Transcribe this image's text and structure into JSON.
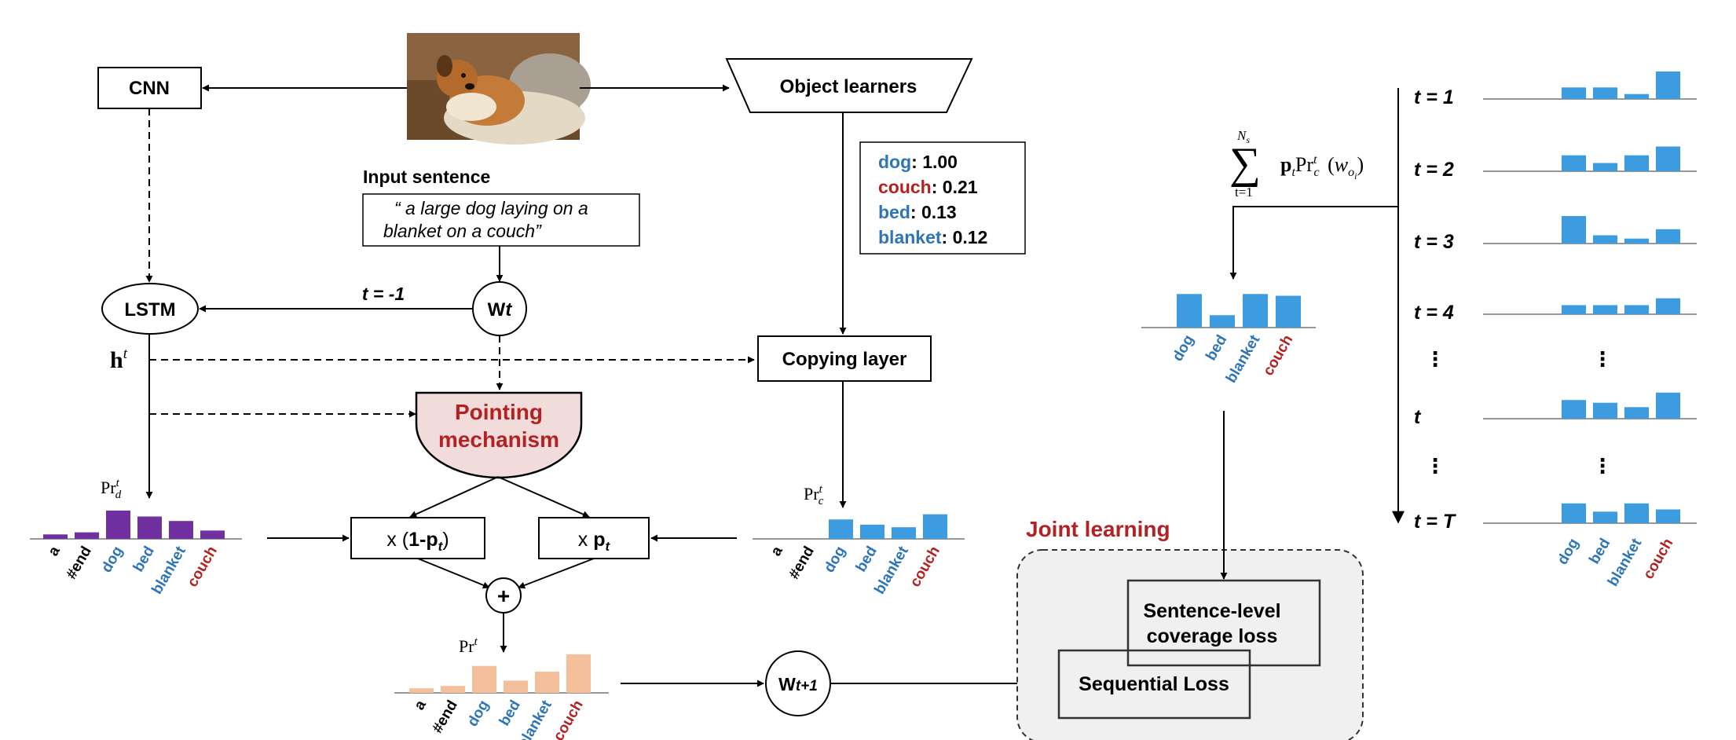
{
  "colors": {
    "purple": "#7030a0",
    "blue": "#3d9be0",
    "peach": "#f4c09c",
    "red": "#b22222",
    "wordBlue": "#2e75b6",
    "pointerFill": "#f2dcdb",
    "jointFill": "#f0f0f0"
  },
  "nodes": {
    "cnn": "CNN",
    "object_learners": "Object learners",
    "input_sentence_title": "Input sentence",
    "input_sentence_line1": "“ a large dog laying on a",
    "input_sentence_line2": "blanket on a couch”",
    "lstm": "LSTM",
    "wt_main": "W",
    "wt_sub": "t",
    "t_minus_one": "t = -1",
    "ht": "h",
    "ht_sup": "t",
    "copying_layer": "Copying layer",
    "pointing_line1": "Pointing",
    "pointing_line2": "mechanism",
    "mult_left_prefix": "x (",
    "mult_left_mid": "1-p",
    "mult_left_sub": "t",
    "mult_left_suffix": ")",
    "mult_right_prefix": "x ",
    "mult_right_mid": "p",
    "mult_right_sub": "t",
    "plus": "+",
    "wt1_main": "W",
    "wt1_sub": "t+1",
    "joint_learning": "Joint learning",
    "sentence_loss_line1": "Sentence-level",
    "sentence_loss_line2": "coverage loss",
    "sequential_loss": "Sequential  Loss",
    "pr_d": "Pr",
    "pr_d_sub": "d",
    "pr_d_sup": "t",
    "pr_c": "Pr",
    "pr_c_sub": "c",
    "pr_c_sup": "t",
    "pr": "Pr",
    "pr_sup": "t",
    "sum_formula": "∑ pₜ Prᶜᵗ (wₒᵢ)",
    "sum_upper": "N",
    "sum_upper_sub": "s",
    "sum_lower": "t=1"
  },
  "object_scores": [
    {
      "word": "dog",
      "score": ": 1.00",
      "color": "blue"
    },
    {
      "word": "couch",
      "score": ": 0.21",
      "color": "red"
    },
    {
      "word": "bed",
      "score": ": 0.13",
      "color": "blue"
    },
    {
      "word": "blanket",
      "score": ": 0.12",
      "color": "blue"
    }
  ],
  "charts": {
    "pr_d": {
      "labels": [
        "a",
        "#end",
        "dog",
        "bed",
        "blanket",
        "couch"
      ],
      "label_colors": [
        "black",
        "black",
        "blue",
        "blue",
        "blue",
        "red"
      ],
      "values": [
        0.15,
        0.22,
        0.95,
        0.75,
        0.6,
        0.28
      ]
    },
    "pr_c": {
      "labels": [
        "a",
        "#end",
        "dog",
        "bed",
        "blanket",
        "couch"
      ],
      "label_colors": [
        "black",
        "black",
        "blue",
        "blue",
        "blue",
        "red"
      ],
      "values": [
        0,
        0,
        0.75,
        0.55,
        0.45,
        0.95
      ]
    },
    "pr": {
      "labels": [
        "a",
        "#end",
        "dog",
        "bed",
        "blanket",
        "couch"
      ],
      "label_colors": [
        "black",
        "black",
        "blue",
        "blue",
        "blue",
        "red"
      ],
      "values": [
        0.12,
        0.18,
        0.7,
        0.32,
        0.55,
        1.0
      ]
    },
    "coverage": {
      "labels": [
        "dog",
        "bed",
        "blanket",
        "couch"
      ],
      "label_colors": [
        "blue",
        "blue",
        "blue",
        "red"
      ],
      "values": [
        0.95,
        0.35,
        0.95,
        0.9
      ]
    },
    "time_steps": [
      {
        "label": "t = 1",
        "values": [
          0.42,
          0.42,
          0.18,
          1.0
        ]
      },
      {
        "label": "t = 2",
        "values": [
          0.58,
          0.3,
          0.58,
          0.9
        ]
      },
      {
        "label": "t = 3",
        "values": [
          1.0,
          0.3,
          0.18,
          0.52
        ]
      },
      {
        "label": "t = 4",
        "values": [
          0.33,
          0.33,
          0.33,
          0.58
        ]
      },
      {
        "label": "t",
        "values": [
          0.68,
          0.58,
          0.42,
          0.95
        ]
      },
      {
        "label": "t = T",
        "values": [
          0.72,
          0.42,
          0.72,
          0.5
        ]
      }
    ],
    "timeline_labels": [
      "dog",
      "bed",
      "blanket",
      "couch"
    ],
    "timeline_label_colors": [
      "blue",
      "blue",
      "blue",
      "red"
    ],
    "ellipsis": "⋮"
  }
}
